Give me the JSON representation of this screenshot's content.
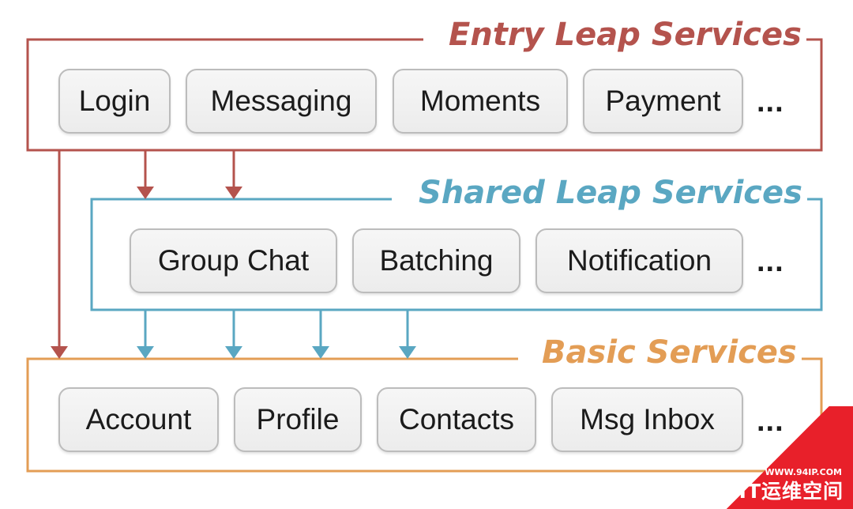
{
  "colors": {
    "entry": "#b4534d",
    "shared": "#5aa7c2",
    "basic": "#e39d55",
    "watermark": "#e8202a"
  },
  "layers": {
    "entry": {
      "title": "Entry Leap Services",
      "services": [
        "Login",
        "Messaging",
        "Moments",
        "Payment"
      ],
      "more": "..."
    },
    "shared": {
      "title": "Shared Leap Services",
      "services": [
        "Group Chat",
        "Batching",
        "Notification"
      ],
      "more": "..."
    },
    "basic": {
      "title": "Basic Services",
      "services": [
        "Account",
        "Profile",
        "Contacts",
        "Msg Inbox"
      ],
      "more": "..."
    }
  },
  "watermark": {
    "url": "WWW.94IP.COM",
    "name": "IT运维空间"
  }
}
